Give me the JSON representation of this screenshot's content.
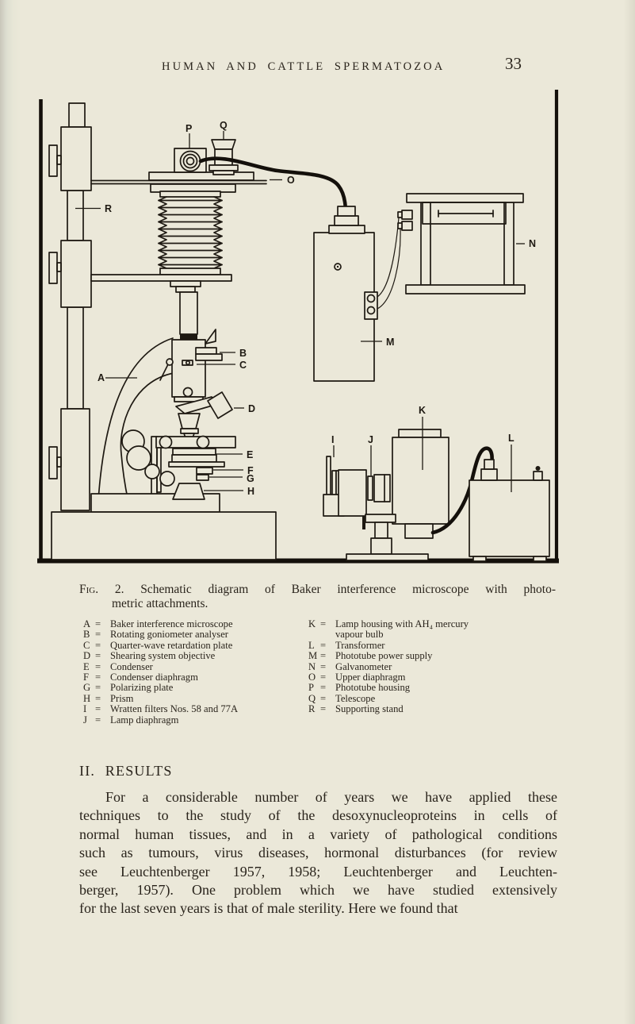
{
  "header": {
    "running_title": "HUMAN AND CATTLE SPERMATOZOA",
    "page_number": "33"
  },
  "figure": {
    "caption_label": "Fig. 2.",
    "caption_line1": "Schematic diagram of Baker interference microscope with photo-",
    "caption_line2": "metric attachments.",
    "equals": "=",
    "diagram_labels": {
      "A": "A",
      "B": "B",
      "C": "C",
      "D": "D",
      "E": "E",
      "F": "F",
      "G": "G",
      "H": "H",
      "I": "I",
      "J": "J",
      "K": "K",
      "L": "L",
      "M": "M",
      "N": "N",
      "O": "O",
      "P": "P",
      "Q": "Q",
      "R": "R"
    },
    "legend_left": [
      {
        "key": "A",
        "desc": "Baker interference microscope"
      },
      {
        "key": "B",
        "desc": "Rotating goniometer analyser"
      },
      {
        "key": "C",
        "desc": "Quarter-wave retardation plate"
      },
      {
        "key": "D",
        "desc": "Shearing system objective"
      },
      {
        "key": "E",
        "desc": "Condenser"
      },
      {
        "key": "F",
        "desc": "Condenser diaphragm"
      },
      {
        "key": "G",
        "desc": "Polarizing plate"
      },
      {
        "key": "H",
        "desc": "Prism"
      },
      {
        "key": "I",
        "desc": "Wratten filters Nos. 58 and 77A"
      },
      {
        "key": "J",
        "desc": "Lamp diaphragm"
      }
    ],
    "legend_right": [
      {
        "key": "K",
        "desc": "Lamp housing with AH₄ mercury vapour bulb"
      },
      {
        "key": "L",
        "desc": "Transformer"
      },
      {
        "key": "M",
        "desc": "Phototube power supply"
      },
      {
        "key": "N",
        "desc": "Galvanometer"
      },
      {
        "key": "O",
        "desc": "Upper diaphragm"
      },
      {
        "key": "P",
        "desc": "Phototube housing"
      },
      {
        "key": "Q",
        "desc": "Telescope"
      },
      {
        "key": "R",
        "desc": "Supporting stand"
      }
    ]
  },
  "section": {
    "heading": "II. RESULTS",
    "paragraph_lines": [
      "For a considerable number of years we have applied these",
      "techniques to the study of the desoxynucleoproteins in cells of",
      "normal human tissues, and in a variety of pathological conditions",
      "such as tumours, virus diseases, hormonal disturbances (for review",
      "see Leuchtenberger 1957, 1958; Leuchtenberger and Leuchten-",
      "berger, 1957). One problem which we have studied extensively",
      "for the last seven years is that of male sterility. Here we found that"
    ]
  }
}
